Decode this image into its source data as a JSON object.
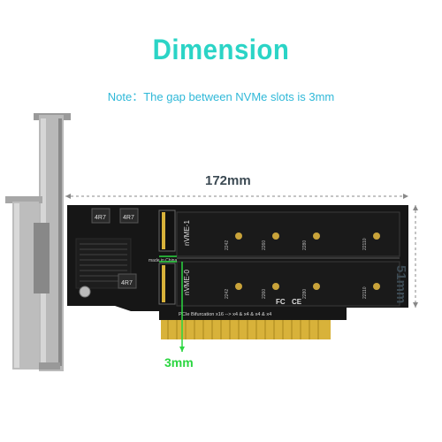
{
  "title": "Dimension",
  "note": "Note：The gap between NVMe slots is 3mm",
  "dimensions": {
    "width_label": "172mm",
    "height_label": "51mm",
    "gap_label": "3mm"
  },
  "pcb_labels": {
    "slot_top": "nVME-1",
    "slot_bottom": "nVME-0",
    "bifurcation": "PCIe Bifurcation x16 --> x4 & x4 & x4 & x4",
    "made_in": "made in China",
    "inductor_a": "4R7",
    "inductor_b": "4R7",
    "inductor_c": "4R7",
    "m2_sizes": [
      "2242",
      "2260",
      "2280",
      "22110"
    ]
  },
  "colors": {
    "title": "#2bd4c6",
    "note": "#2fb8d8",
    "dim_text": "#3c4a53",
    "gap_text": "#2bd640",
    "pcb": "#161616",
    "gold": "#d8b23a"
  }
}
